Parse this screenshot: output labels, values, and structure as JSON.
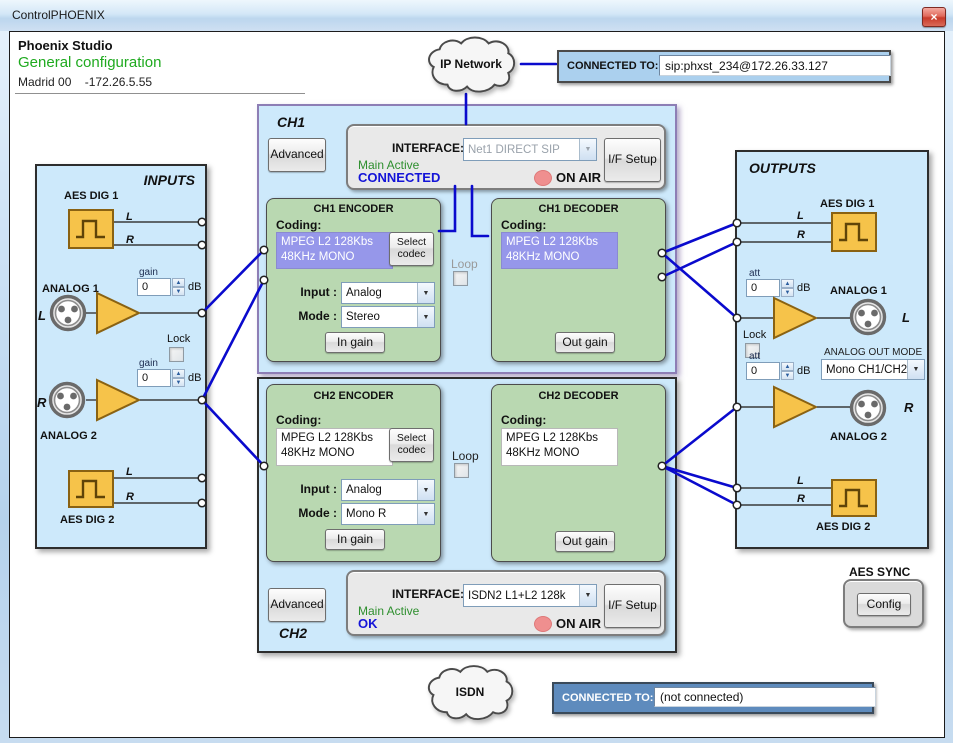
{
  "window": {
    "title": "ControlPHOENIX",
    "close_glyph": "×"
  },
  "header": {
    "app_name": "Phoenix Studio",
    "config_title": "General configuration",
    "device_name": "Madrid 00",
    "device_ip": "-172.26.5.55"
  },
  "ip_network": {
    "cloud_label": "IP Network",
    "connected_label": "CONNECTED TO:",
    "connected_value": "sip:phxst_234@172.26.33.127"
  },
  "isdn": {
    "cloud_label": "ISDN",
    "connected_label": "CONNECTED TO:",
    "connected_value": "(not connected)"
  },
  "inputs": {
    "title": "INPUTS",
    "aes_dig_1": "AES DIG 1",
    "aes_dig_2": "AES DIG 2",
    "analog_1": "ANALOG 1",
    "analog_2": "ANALOG 2",
    "l": "L",
    "r": "R",
    "gain_label": "gain",
    "db": "dB",
    "gain_1": "0",
    "gain_2": "0",
    "lock": "Lock"
  },
  "outputs": {
    "title": "OUTPUTS",
    "aes_dig_1": "AES DIG 1",
    "aes_dig_2": "AES DIG 2",
    "analog_1": "ANALOG 1",
    "analog_2": "ANALOG 2",
    "l": "L",
    "r": "R",
    "att_label": "att",
    "db": "dB",
    "att_1": "0",
    "att_2": "0",
    "lock": "Lock",
    "out_mode_label": "ANALOG OUT MODE",
    "out_mode_value": "Mono CH1/CH2"
  },
  "aes_sync": {
    "title": "AES SYNC",
    "config_button": "Config"
  },
  "ch1": {
    "name": "CH1",
    "advanced_button": "Advanced",
    "interface_label": "INTERFACE:",
    "interface_value": "Net1 DIRECT SIP",
    "if_setup_button": "I/F Setup",
    "main_label": "Main Active",
    "status": "CONNECTED",
    "on_air": "ON AIR",
    "loop_label": "Loop",
    "encoder": {
      "title": "CH1 ENCODER",
      "coding_label": "Coding:",
      "codec_line1": "MPEG L2 128Kbs",
      "codec_line2": "48KHz MONO",
      "select_line1": "Select",
      "select_line2": "codec",
      "input_label": "Input :",
      "input_value": "Analog",
      "mode_label": "Mode :",
      "mode_value": "Stereo",
      "in_gain_button": "In gain"
    },
    "decoder": {
      "title": "CH1 DECODER",
      "coding_label": "Coding:",
      "codec_line1": "MPEG L2 128Kbs",
      "codec_line2": "48KHz MONO",
      "out_gain_button": "Out gain"
    }
  },
  "ch2": {
    "name": "CH2",
    "advanced_button": "Advanced",
    "interface_label": "INTERFACE:",
    "interface_value": "ISDN2 L1+L2 128k",
    "if_setup_button": "I/F Setup",
    "main_label": "Main Active",
    "status": "OK",
    "on_air": "ON AIR",
    "loop_label": "Loop",
    "encoder": {
      "title": "CH2 ENCODER",
      "coding_label": "Coding:",
      "codec_line1": "MPEG L2 128Kbs",
      "codec_line2": "48KHz MONO",
      "select_line1": "Select",
      "select_line2": "codec",
      "input_label": "Input :",
      "input_value": "Analog",
      "mode_label": "Mode :",
      "mode_value": "Mono R",
      "in_gain_button": "In gain"
    },
    "decoder": {
      "title": "CH2 DECODER",
      "coding_label": "Coding:",
      "codec_line1": "MPEG L2 128Kbs",
      "codec_line2": "48KHz MONO",
      "out_gain_button": "Out gain"
    }
  },
  "colors": {
    "connection_blue": "#0a0acd",
    "panel_blue": "#cde9fb",
    "panel_green": "#b9d8b1",
    "codec_purple": "#9697ea",
    "on_air_pink": "#ef8f8f",
    "status_green": "#2e8f2e",
    "status_blue": "#1414d8",
    "title_green": "#1faa1f",
    "icon_orange": "#f6c34a",
    "ch1_border_purple": "#8d7eb5"
  }
}
